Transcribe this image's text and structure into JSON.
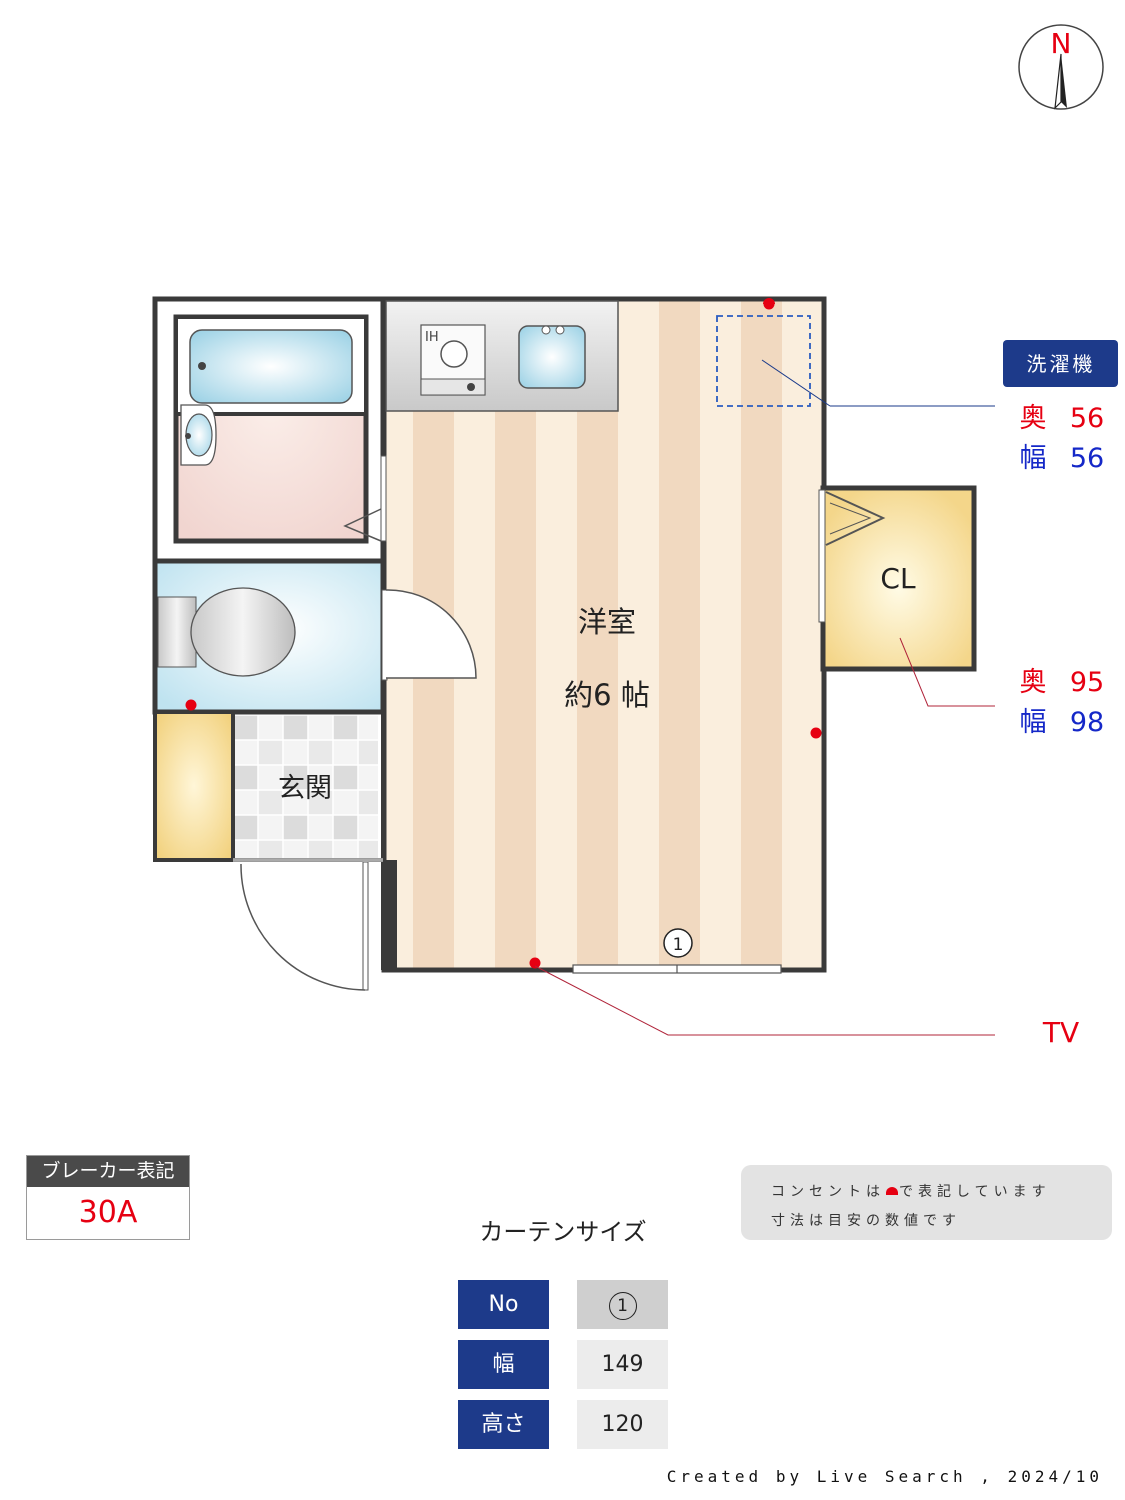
{
  "compass": {
    "north_label": "N"
  },
  "rooms": {
    "western_room": {
      "name": "洋室",
      "size": "約6 帖"
    },
    "closet": {
      "label": "CL"
    },
    "entrance": {
      "name": "玄関"
    },
    "kitchen": {
      "ih_label": "IH"
    }
  },
  "washing_machine": {
    "label": "洗濯機",
    "depth_label": "奥",
    "depth_value": "56",
    "width_label": "幅",
    "width_value": "56"
  },
  "closet_dims": {
    "depth_label": "奥",
    "depth_value": "95",
    "width_label": "幅",
    "width_value": "98"
  },
  "tv_label": "TV",
  "window_marker": "1",
  "breaker": {
    "label": "ブレーカー表記",
    "value": "30A"
  },
  "notes": {
    "line1_a": "コンセントは",
    "line1_b": "で表記しています",
    "line2": "寸法は目安の数値です"
  },
  "curtain": {
    "title": "カーテンサイズ",
    "rows": [
      {
        "header": "No",
        "value": "1"
      },
      {
        "header": "幅",
        "value": "149"
      },
      {
        "header": "高さ",
        "value": "120"
      }
    ]
  },
  "credit": "Created by Live Search , 2024/10",
  "colors": {
    "outlet": "#e60012",
    "header_navy": "#1d3a8a",
    "wall": "#3a3a3a"
  }
}
